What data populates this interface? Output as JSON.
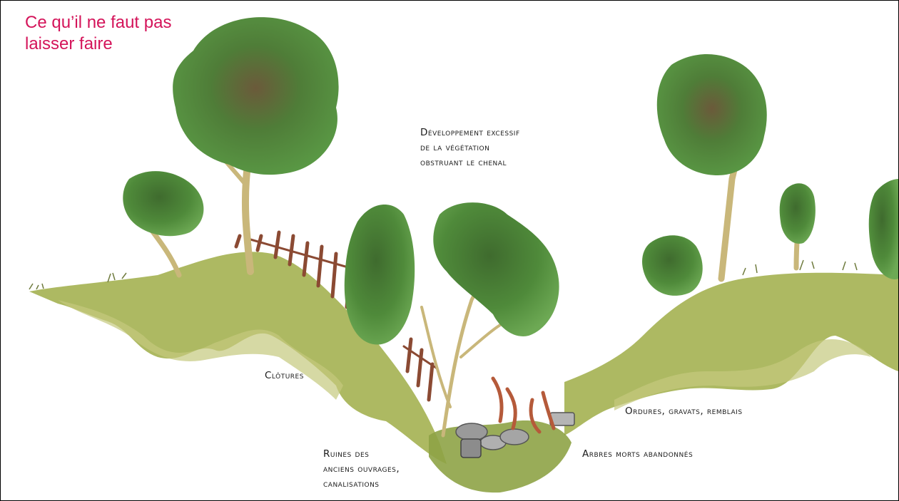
{
  "title": {
    "line1": "Ce qu’il ne faut pas",
    "line2": "laisser faire"
  },
  "annotations": {
    "vegetation": [
      "Développement excessif",
      "de la végétation",
      "obstruant le chenal"
    ],
    "clotures": [
      "Clôtures"
    ],
    "ordures": [
      "Ordures, gravats, remblais"
    ],
    "arbres_morts": [
      "Arbres morts abandonnés"
    ],
    "ruines": [
      "Ruines des",
      "anciens ouvrages,",
      "canalisations"
    ]
  },
  "colors": {
    "title": "#d4145a",
    "bank": "#a9b55a",
    "bank_light": "#c4c97e",
    "foliage": "#4f8a3a",
    "foliage_dark": "#5e5a34",
    "trunk": "#c9b77a",
    "fence": "#8b4a33"
  }
}
